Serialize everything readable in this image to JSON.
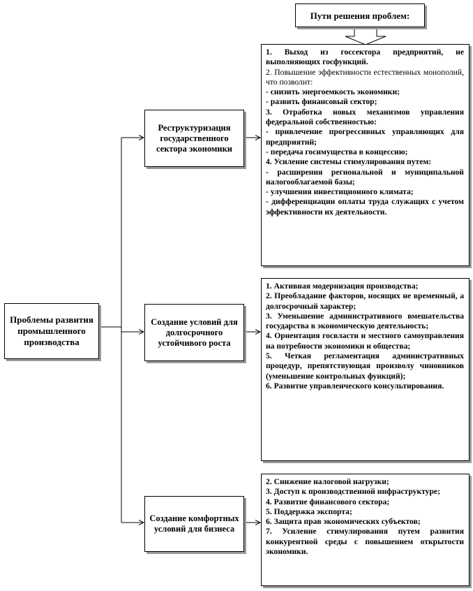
{
  "header": {
    "title": "Пути решения проблем:"
  },
  "root": {
    "title": "Проблемы развития промышленного производства"
  },
  "branches": [
    {
      "title": "Реструктуризация государственного сектора экономики",
      "items": [
        {
          "text": "1. Выход из госсектора предприятий, не выполняющих госфункций.",
          "bold": true
        },
        {
          "text": "2. Повышение эффективности естественных монополий, что позволит:",
          "bold": false
        },
        {
          "text": "- снизить энергоемкость экономики;",
          "bold": true
        },
        {
          "text": "- развить финансовый сектор;",
          "bold": true
        },
        {
          "text": "3. Отработка новых механизмов управления федеральной собственностью:",
          "bold": true
        },
        {
          "text": "- привлечение прогрессивных управляющих для предприятий;",
          "bold": true
        },
        {
          "text": "- передача госимущества в концессию;",
          "bold": true
        },
        {
          "text": "4. Усиление системы стимулирования путем:",
          "bold": true
        },
        {
          "text": "- расширения региональной и муниципальной налогооблагаемой базы;",
          "bold": true
        },
        {
          "text": "- улучшения инвестиционного климата;",
          "bold": true
        },
        {
          "text": "- дифференциации оплаты труда служащих с учетом эффективности их деятельности.",
          "bold": true
        }
      ]
    },
    {
      "title": "Создание условий для долгосрочного устойчивого роста",
      "items": [
        {
          "text": "1. Активная модернизация производства;",
          "bold": true
        },
        {
          "text": "2. Преобладание факторов, носящих не временный, а долгосрочный характер;",
          "bold": true
        },
        {
          "text": "3. Уменьшение административного вмешательства государства в экономическую деятельность;",
          "bold": true
        },
        {
          "text": "4. Ориентация госвласти и местного самоуправления на потребности экономики и общества;",
          "bold": true
        },
        {
          "text": "5. Четкая регламентация административных процедур, препятствующая произволу чиновников (уменьшение контрольных функций);",
          "bold": true
        },
        {
          "text": "6. Развитие управленческого консультирования.",
          "bold": true
        }
      ]
    },
    {
      "title": "Создание комфортных условий для бизнеса",
      "items": [
        {
          "text": "2. Снижение налоговой нагрузки;",
          "bold": true
        },
        {
          "text": "3. Доступ к производственной инфраструктуре;",
          "bold": true
        },
        {
          "text": "4. Развитие финансового сектора;",
          "bold": true
        },
        {
          "text": "5. Поддержка экспорта;",
          "bold": true
        },
        {
          "text": "6. Защита прав экономических субъектов;",
          "bold": true
        },
        {
          "text": "7. Усиление стимулирования путем развития конкурентной среды с повышением открытости экономики.",
          "bold": true
        }
      ]
    }
  ]
}
